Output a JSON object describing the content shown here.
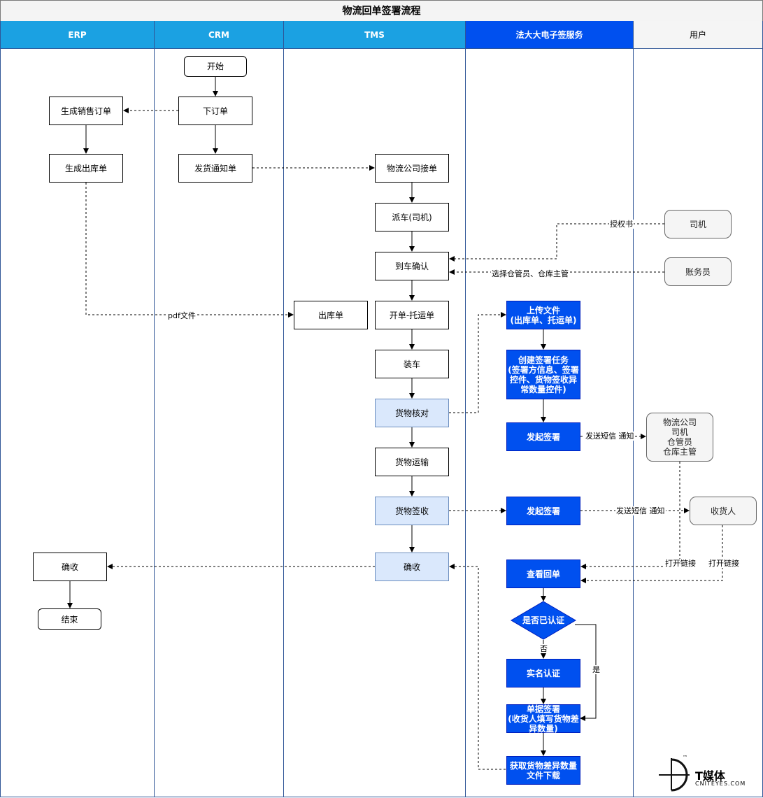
{
  "title": "物流回单签署流程",
  "lanes": {
    "erp": "ERP",
    "crm": "CRM",
    "tms": "TMS",
    "fdd": "法大大电子签服务",
    "user": "用户"
  },
  "nodes": {
    "start": "开始",
    "place_order": "下订单",
    "sales_order": "生成销售订单",
    "outbound_order": "生成出库单",
    "ship_notice": "发货通知单",
    "logistics_accept": "物流公司接单",
    "dispatch": "派车(司机)",
    "arrival_confirm": "到车确认",
    "outbound_doc": "出库单",
    "waybill": "开单-托运单",
    "loading": "装车",
    "goods_check": "货物核对",
    "transport": "货物运输",
    "goods_receipt": "货物签收",
    "confirm_tms": "确收",
    "confirm_erp": "确收",
    "end": "结束",
    "upload": "上传文件\n(出库单、托运单)",
    "create_task": "创建签署任务\n(签署方信息、签署\n控件、货物签收异\n常数量控件)",
    "initiate_sign_1": "发起签署",
    "initiate_sign_2": "发起签署",
    "view_receipt": "查看回单",
    "is_verified": "是否已认证",
    "real_name": "实名认证",
    "doc_sign": "单据签署\n(收货人填写货物差\n异数量)",
    "get_diff": "获取货物差异数量\n文件下载",
    "driver": "司机",
    "accountant": "账务员",
    "logistics_party": "物流公司\n司机\n仓管员\n仓库主管",
    "consignee": "收货人"
  },
  "edge_labels": {
    "authorization": "授权书",
    "select_keeper": "选择仓管员、仓库主管",
    "pdf_file": "pdf文件",
    "sms_notify_1": "发送短信 通知",
    "sms_notify_2": "发送短信 通知",
    "open_link_1": "打开链接",
    "open_link_2": "打开链接",
    "no": "否",
    "yes": "是"
  },
  "logo": {
    "name": "T媒体",
    "sub": "CNITEYES.COM",
    "tm": "™"
  },
  "colors": {
    "lane_head_blue": "#1ba1e2",
    "lane_head_dark": "#0050ef",
    "node_blue": "#0050ef",
    "node_light": "#dae8fc",
    "node_grey": "#f5f5f5"
  }
}
